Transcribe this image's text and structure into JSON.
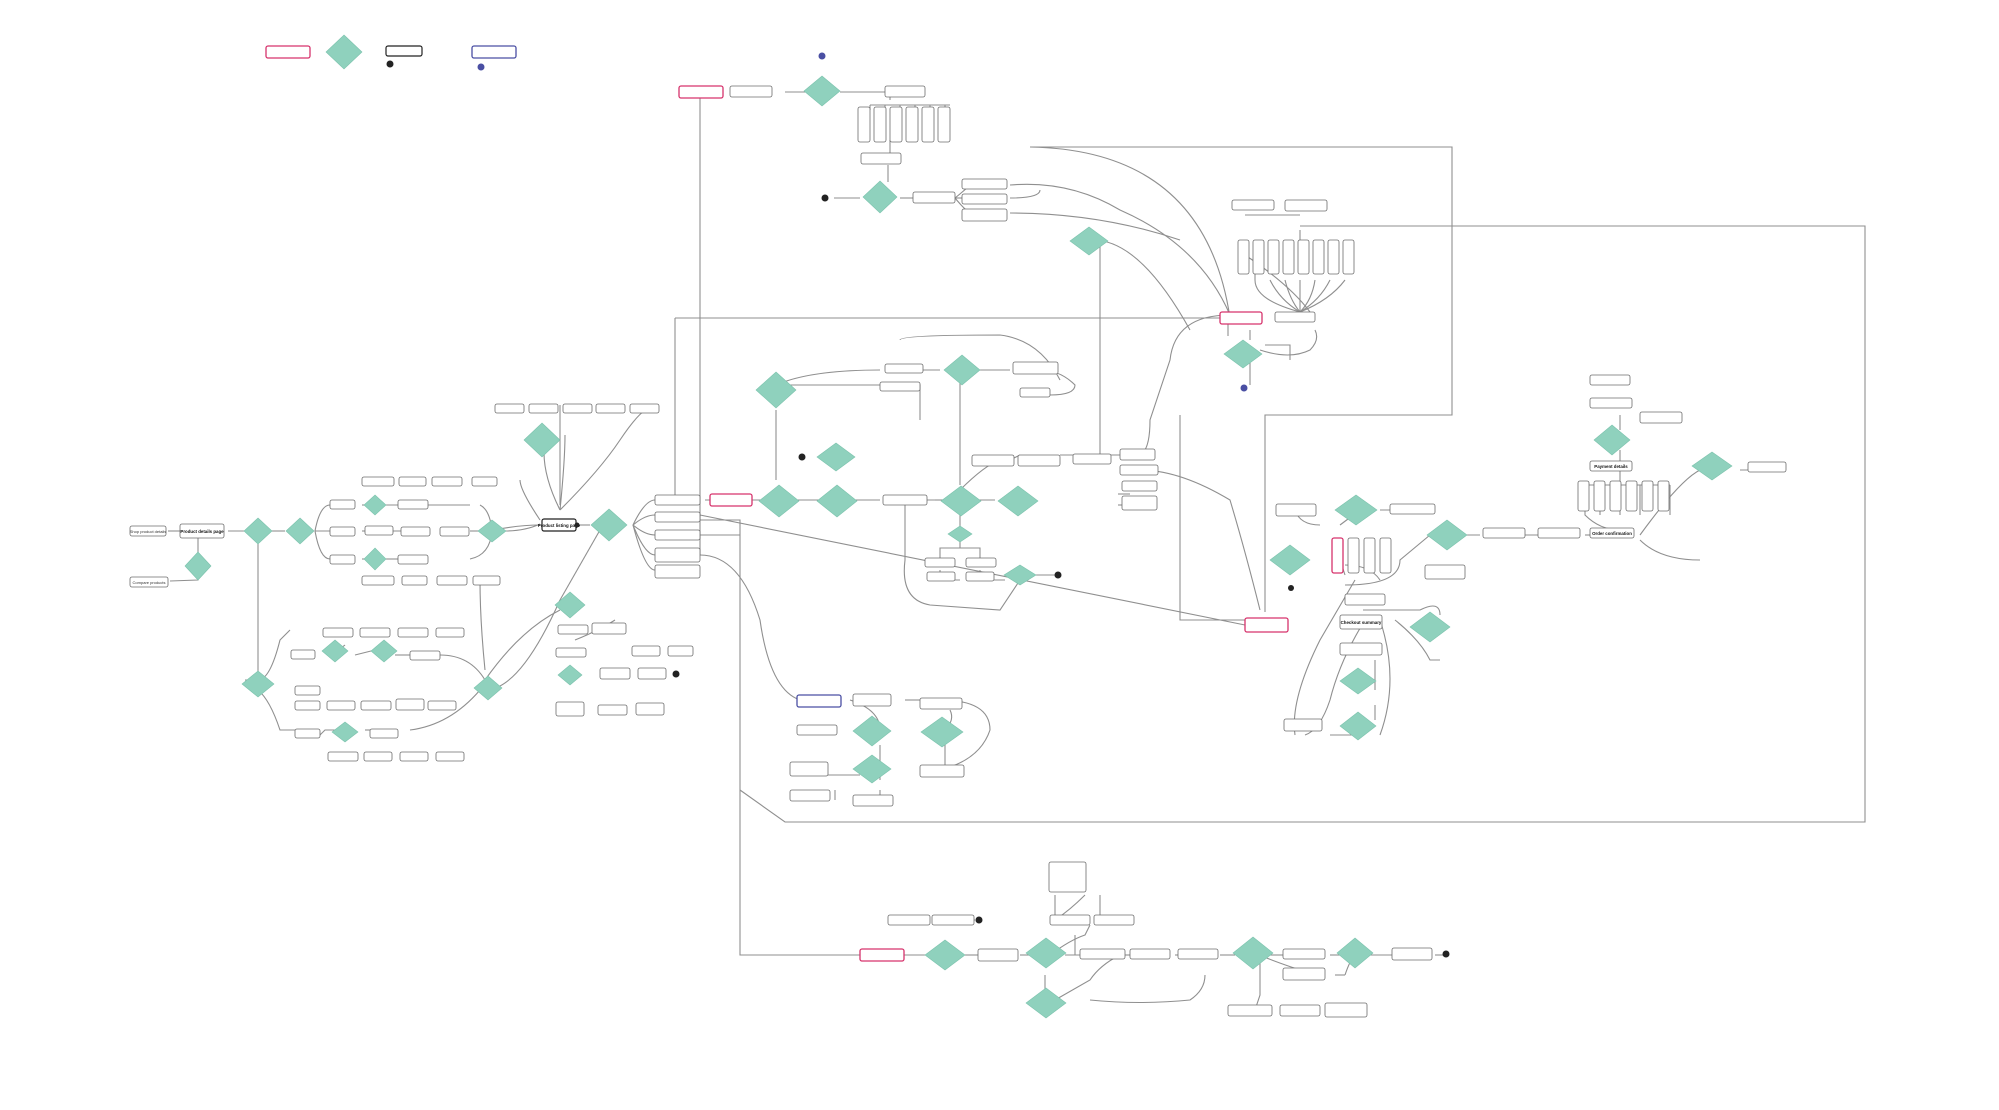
{
  "legend": {
    "terminator_label": "",
    "decision_label": "",
    "process_label": "",
    "process_note": "",
    "subprocess_label": "",
    "subprocess_note": "",
    "start_note": "",
    "end_note": ""
  },
  "nodes": {
    "left_start": "Shop product details",
    "left_title": "Product details page",
    "left_alt": "Compare products",
    "center_hub": "Product listing page",
    "right_summary": "Checkout summary",
    "order_confirm": "Order confirmation",
    "payment_step": "Payment details"
  },
  "colors": {
    "decision": "#8fd1bd",
    "terminator_border": "#d6336c",
    "subprocess_border": "#4a4fa3",
    "connector": "#8f8f8f"
  }
}
